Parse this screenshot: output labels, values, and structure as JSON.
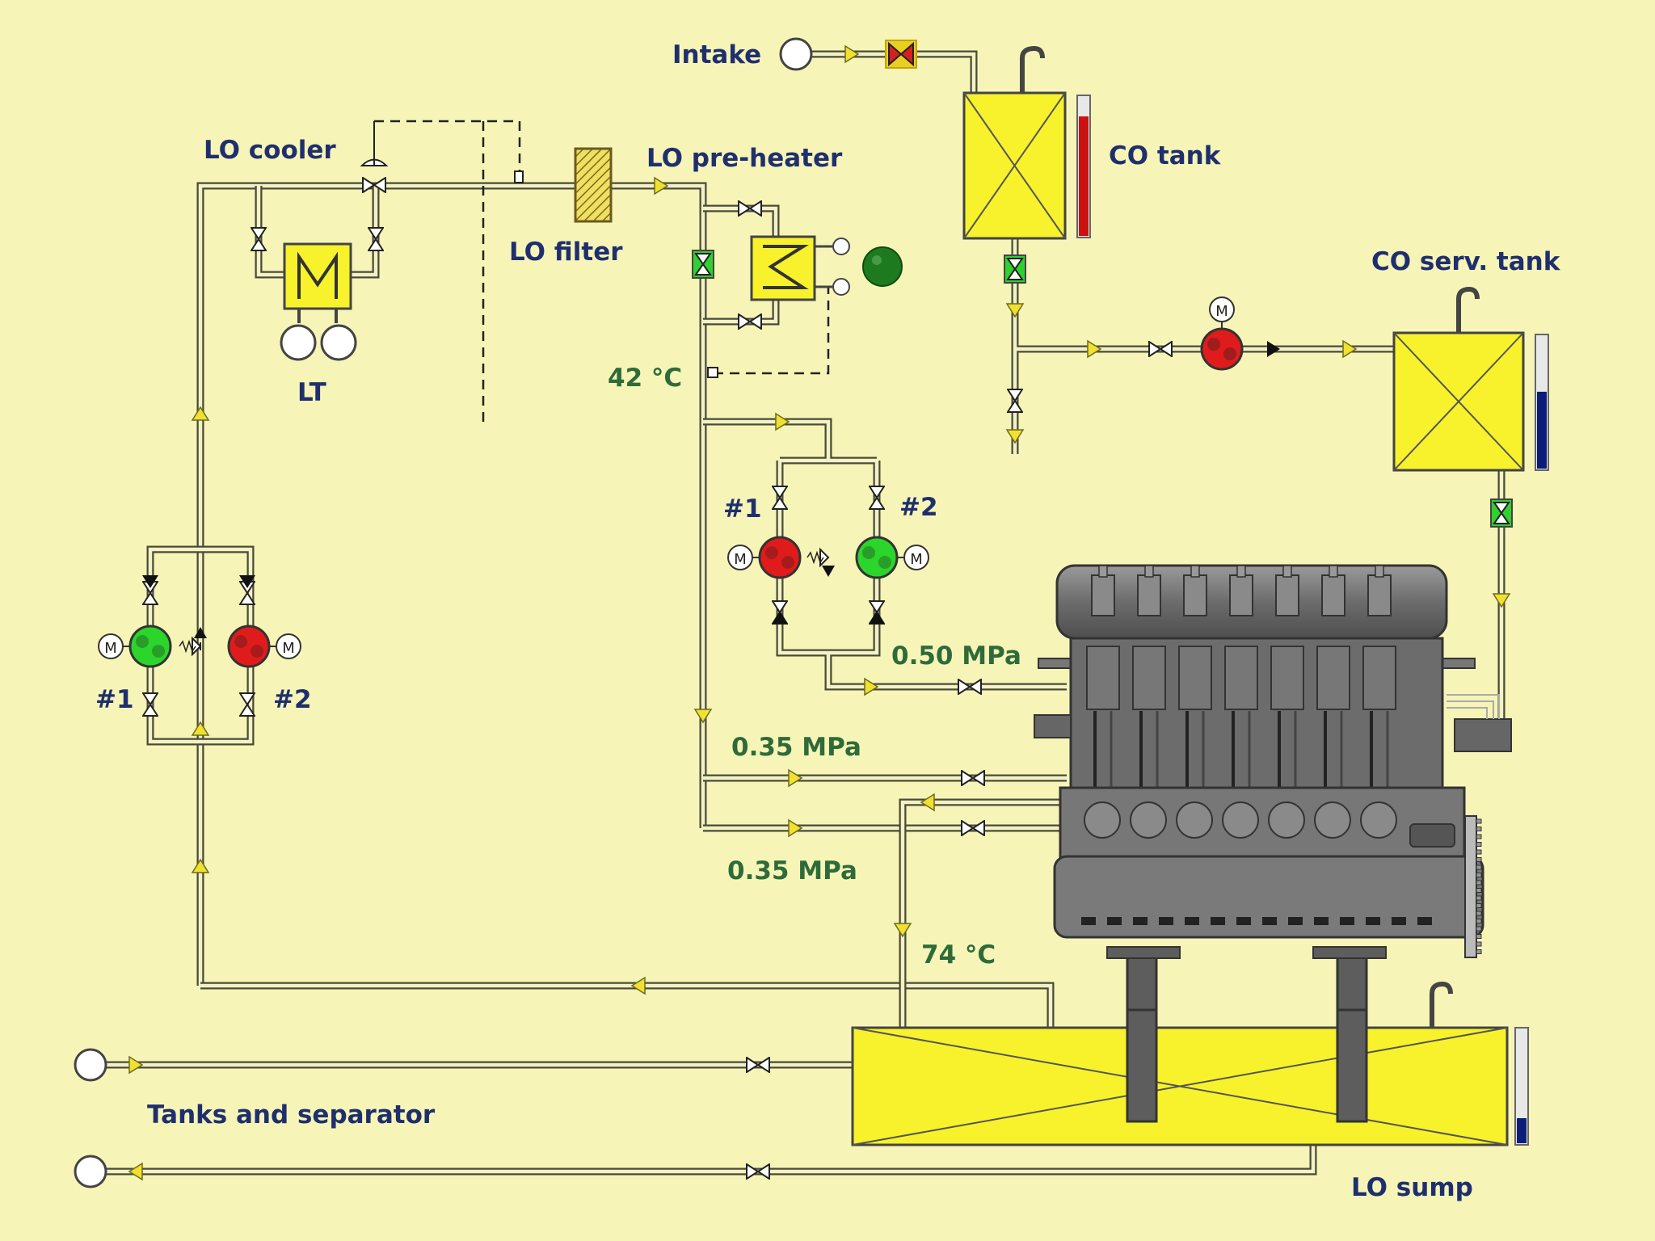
{
  "labels": {
    "intake": "Intake",
    "co_tank": "CO tank",
    "co_serv_tank": "CO serv. tank",
    "lo_cooler": "LO cooler",
    "lo_pre_heater": "LO pre-heater",
    "lo_filter": "LO filter",
    "lt": "LT",
    "pump_left_1": "#1",
    "pump_left_2": "#2",
    "pump_mid_1": "#1",
    "pump_mid_2": "#2",
    "motor_symbol": "M",
    "tanks_and_separator": "Tanks and separator",
    "lo_sump": "LO sump"
  },
  "readings": {
    "preheater_temp": "42 °C",
    "pressure_upper": "0.50 MPa",
    "pressure_middle": "0.35 MPa",
    "pressure_lower": "0.35 MPa",
    "return_temp": "74 °C"
  },
  "levels": {
    "co_tank": 0.86,
    "co_serv_tank": 0.58,
    "lo_sump": 0.22
  },
  "pump_status": {
    "left_1": "running",
    "left_2": "stopped",
    "mid_1": "stopped",
    "mid_2": "running",
    "co_transfer": "stopped"
  },
  "colors": {
    "background": "#f6f5b7",
    "running": "#2bd52b",
    "stopped": "#e01b1b",
    "tank_fill": "#f7f22b",
    "co_level": "#cc1111",
    "lo_level": "#0b1d78",
    "label_text": "#1f2f6e",
    "reading_text": "#2f6b3a"
  }
}
